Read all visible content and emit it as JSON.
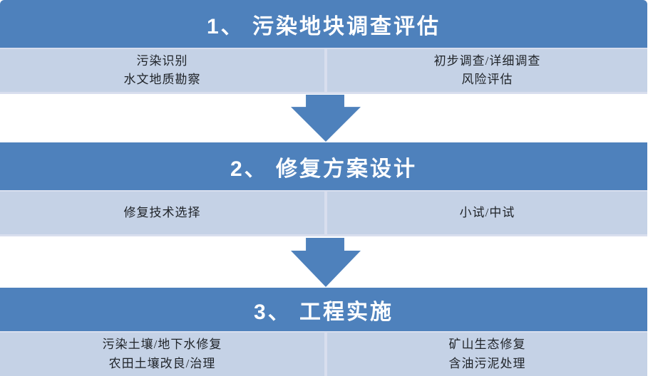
{
  "diagram": {
    "type": "process-flowchart",
    "colors": {
      "header_bg": "#4e81bc",
      "cell_bg": "#c5d2e6",
      "divider": "#d8deee",
      "arrow": "#4e81bc",
      "header_text": "#ffffff",
      "cell_text": "#1f2328"
    },
    "steps": [
      {
        "header": "1、 污染地块调查评估",
        "left_items": [
          "污染识别",
          "水文地质勘察"
        ],
        "right_items": [
          "初步调查/详细调查",
          "风险评估"
        ]
      },
      {
        "header": "2、 修复方案设计",
        "left_items": [
          "修复技术选择"
        ],
        "right_items": [
          "小试/中试"
        ]
      },
      {
        "header": "3、 工程实施",
        "left_items": [
          "污染土壤/地下水修复",
          "农田土壤改良/治理"
        ],
        "right_items": [
          "矿山生态修复",
          "含油污泥处理"
        ]
      }
    ],
    "arrows": [
      "down-arrow",
      "down-arrow"
    ]
  }
}
